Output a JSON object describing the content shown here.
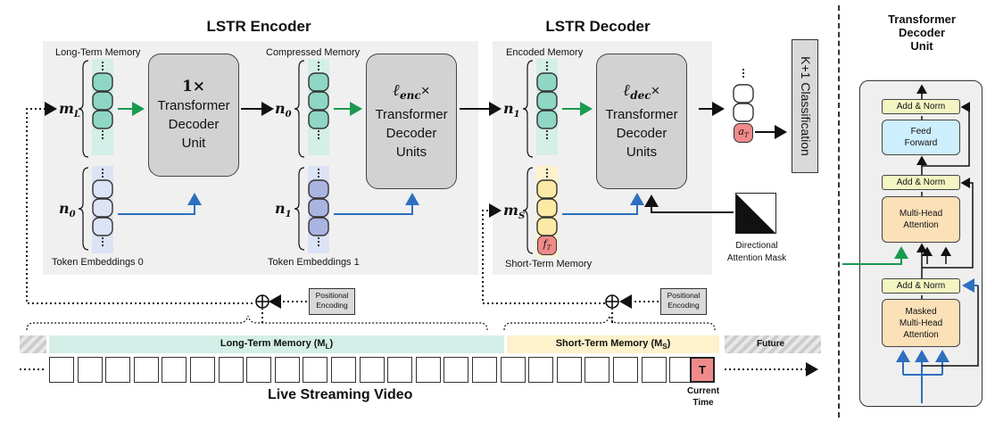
{
  "encoder": {
    "title": "LSTR Encoder",
    "long_term_memory_label": "Long-Term Memory",
    "compressed_memory_label": "Compressed Memory",
    "token_embeddings_0": "Token Embeddings 0",
    "token_embeddings_1": "Token Embeddings 1",
    "m_L": "m",
    "m_L_sub": "L",
    "n_0": "n",
    "n_0_sub": "0",
    "n_1": "n",
    "n_1_sub": "1",
    "unit1_count": "1×",
    "unit1_text": [
      "Transformer",
      "Decoder",
      "Unit"
    ],
    "unit2_count": "×",
    "unit2_symbol": "ℓ",
    "unit2_sub": "enc",
    "unit2_text": [
      "Transformer",
      "Decoder",
      "Units"
    ]
  },
  "decoder": {
    "title": "LSTR Decoder",
    "encoded_memory_label": "Encoded Memory",
    "short_term_memory_label": "Short-Term Memory",
    "n_1": "n",
    "n_1_sub": "1",
    "m_S": "m",
    "m_S_sub": "S",
    "f_T": "f",
    "f_T_sub": "T",
    "unit_symbol": "ℓ",
    "unit_sub": "dec",
    "unit_count": "×",
    "unit_text": [
      "Transformer",
      "Decoder",
      "Units"
    ],
    "a_T": "a",
    "a_T_sub": "T",
    "classification": "K+1 Classification",
    "mask_label": [
      "Directional",
      "Attention Mask"
    ]
  },
  "positional_encoding": [
    "Positional",
    "Encoding"
  ],
  "timeline": {
    "long_term_label": "Long-Term Memory (M",
    "long_term_sub": "L",
    "short_term_label": "Short-Term Memory (M",
    "short_term_sub": "S",
    "future_label": "Future",
    "video_label": "Live Streaming Video",
    "current_frame": "T",
    "current_time": [
      "Current",
      "Time"
    ],
    "close_paren": ")"
  },
  "unit_detail": {
    "title": [
      "Transformer",
      "Decoder",
      "Unit"
    ],
    "add_norm": "Add & Norm",
    "feed_forward": [
      "Feed",
      "Forward"
    ],
    "multi_head": [
      "Multi-Head",
      "Attention"
    ],
    "masked_multi_head": [
      "Masked",
      "Multi-Head",
      "Attention"
    ]
  },
  "colors": {
    "teal": "#8fd6c4",
    "teal_band": "#d4efe7",
    "blue": "#aab4e0",
    "blue_light": "#dde3f6",
    "yellow": "#fde9a6",
    "yellow_band": "#fdf2cc",
    "red": "#f08a8a",
    "green_arrow": "#1a9950",
    "blue_arrow": "#2e6fc0",
    "orange_block": "#fbe0b8",
    "cyan_block": "#cdeefc"
  }
}
